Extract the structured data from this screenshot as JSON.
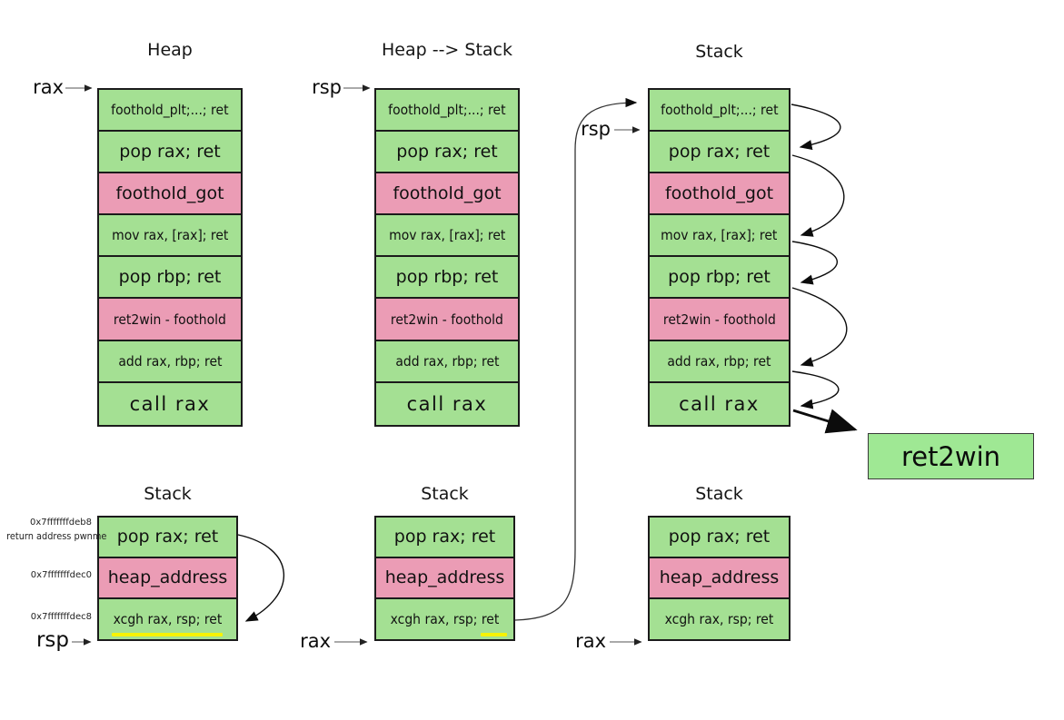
{
  "palette": {
    "gadget_green": "#a4e093",
    "value_pink": "#eb9cb5",
    "highlight_yellow": "#f7f304",
    "box_border": "#1b1b1b"
  },
  "top_stacks": [
    {
      "title": "Heap",
      "pointer": "rax",
      "rows": [
        {
          "label": "foothold_plt;...; ret",
          "color": "green"
        },
        {
          "label": "pop rax; ret",
          "color": "green"
        },
        {
          "label": "foothold_got",
          "color": "pink"
        },
        {
          "label": "mov rax, [rax]; ret",
          "color": "green"
        },
        {
          "label": "pop rbp; ret",
          "color": "green"
        },
        {
          "label": "ret2win - foothold",
          "color": "pink"
        },
        {
          "label": "add rax, rbp; ret",
          "color": "green"
        },
        {
          "label": "call rax",
          "color": "green"
        }
      ]
    },
    {
      "title": "Heap --> Stack",
      "pointer": "rsp",
      "rows": [
        {
          "label": "foothold_plt;...; ret",
          "color": "green"
        },
        {
          "label": "pop rax; ret",
          "color": "green"
        },
        {
          "label": "foothold_got",
          "color": "pink"
        },
        {
          "label": "mov rax, [rax]; ret",
          "color": "green"
        },
        {
          "label": "pop rbp; ret",
          "color": "green"
        },
        {
          "label": "ret2win - foothold",
          "color": "pink"
        },
        {
          "label": "add rax, rbp; ret",
          "color": "green"
        },
        {
          "label": "call rax",
          "color": "green"
        }
      ]
    },
    {
      "title": "Stack",
      "pointer": "rsp",
      "rows": [
        {
          "label": "foothold_plt;...; ret",
          "color": "green"
        },
        {
          "label": "pop rax; ret",
          "color": "green"
        },
        {
          "label": "foothold_got",
          "color": "pink"
        },
        {
          "label": "mov rax, [rax]; ret",
          "color": "green"
        },
        {
          "label": "pop rbp; ret",
          "color": "green"
        },
        {
          "label": "ret2win - foothold",
          "color": "pink"
        },
        {
          "label": "add rax, rbp; ret",
          "color": "green"
        },
        {
          "label": "call rax",
          "color": "green"
        }
      ]
    }
  ],
  "bottom_stacks": [
    {
      "title": "Stack",
      "pointer": "rsp",
      "addresses": [
        "0x7fffffffdeb8",
        "return address pwnme",
        "0x7fffffffdec0",
        "0x7fffffffdec8"
      ],
      "rows": [
        {
          "label": "pop rax; ret",
          "color": "green"
        },
        {
          "label": "heap_address",
          "color": "pink"
        },
        {
          "label": "xcgh rax, rsp; ret",
          "color": "green",
          "underline": "full"
        }
      ]
    },
    {
      "title": "Stack",
      "pointer": "rax",
      "rows": [
        {
          "label": "pop rax; ret",
          "color": "green"
        },
        {
          "label": "heap_address",
          "color": "pink"
        },
        {
          "label": "xcgh rax, rsp; ret",
          "color": "green",
          "underline": "ret"
        }
      ]
    },
    {
      "title": "Stack",
      "pointer": "rax",
      "rows": [
        {
          "label": "pop rax; ret",
          "color": "green"
        },
        {
          "label": "heap_address",
          "color": "pink"
        },
        {
          "label": "xcgh rax, rsp; ret",
          "color": "green"
        }
      ]
    }
  ],
  "ret2win": {
    "label": "ret2win"
  }
}
